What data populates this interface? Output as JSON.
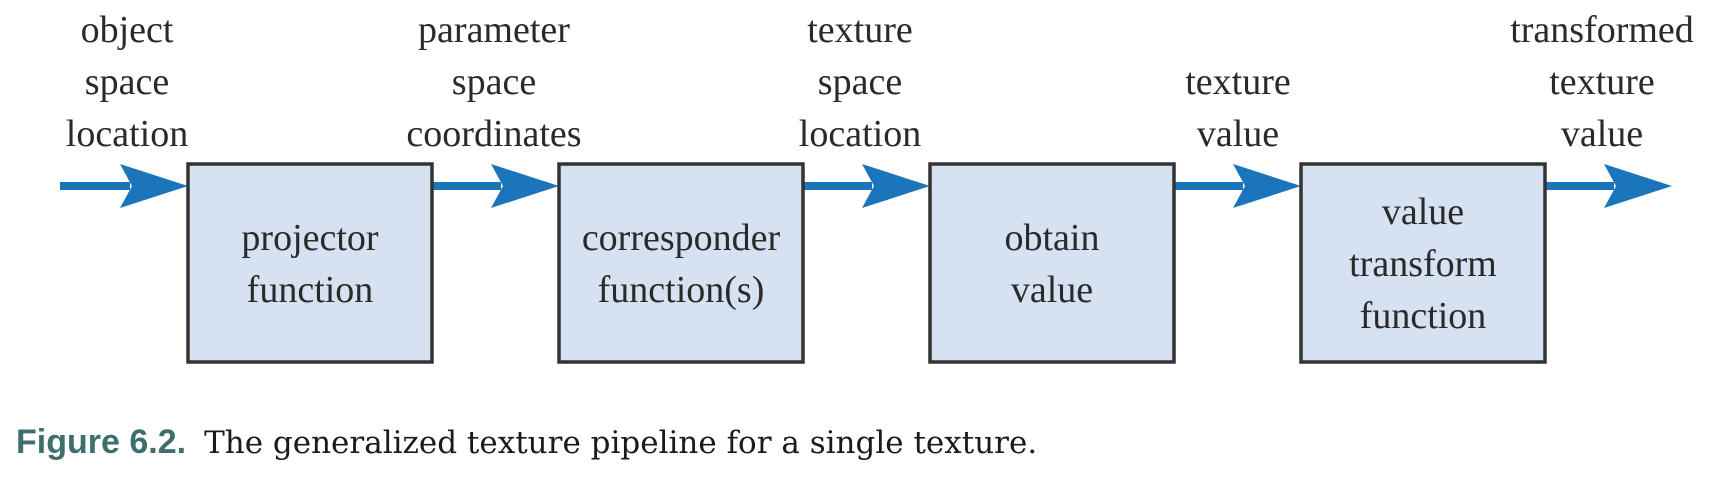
{
  "diagram": {
    "inputs": [
      {
        "lines": [
          "object",
          "space",
          "location"
        ]
      },
      {
        "lines": [
          "parameter",
          "space",
          "coordinates"
        ]
      },
      {
        "lines": [
          "texture",
          "space",
          "location"
        ]
      },
      {
        "lines": [
          "texture",
          "value"
        ]
      },
      {
        "lines": [
          "transformed",
          "texture",
          "value"
        ]
      }
    ],
    "boxes": [
      {
        "lines": [
          "projector",
          "function"
        ]
      },
      {
        "lines": [
          "corresponder",
          "function(s)"
        ]
      },
      {
        "lines": [
          "obtain",
          "value"
        ]
      },
      {
        "lines": [
          "value",
          "transform",
          "function"
        ]
      }
    ],
    "colors": {
      "arrow": "#1b75bb",
      "box_fill": "#d6e2f2",
      "box_stroke": "#333333",
      "caption_label": "#3f6e6e"
    }
  },
  "caption": {
    "label": "Figure 6.2.",
    "text": "The generalized texture pipeline for a single texture."
  }
}
